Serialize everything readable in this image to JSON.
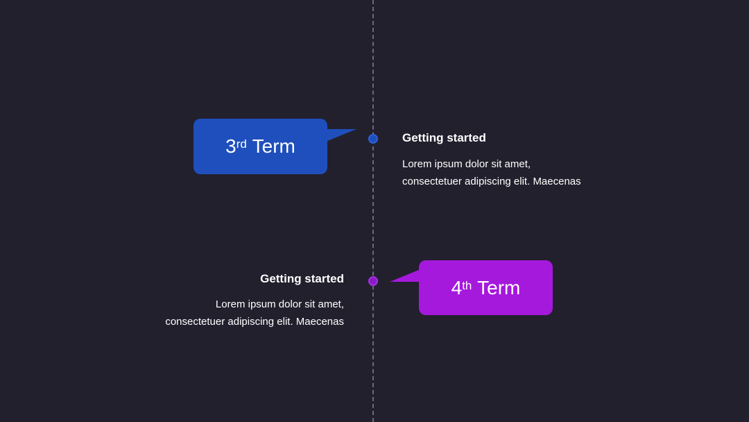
{
  "timeline": {
    "items": [
      {
        "term_number": "3",
        "term_suffix": "rd",
        "term_word": "Term",
        "title": "Getting started",
        "body_line1": "Lorem ipsum dolor sit amet,",
        "body_line2": "consectetuer adipiscing elit. Maecenas",
        "color": "#1f4fbd"
      },
      {
        "term_number": "4",
        "term_suffix": "th",
        "term_word": "Term",
        "title": "Getting started",
        "body_line1": "Lorem ipsum dolor sit amet,",
        "body_line2": "consectetuer adipiscing elit. Maecenas",
        "color": "#a519dc"
      }
    ]
  },
  "theme": {
    "background": "#22202d",
    "line_color": "#6c6a7a"
  }
}
